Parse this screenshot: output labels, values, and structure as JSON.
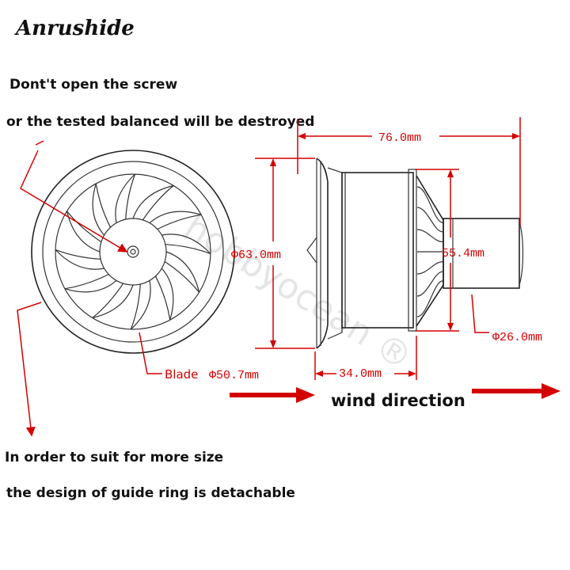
{
  "brand": "Anrushide",
  "notes": {
    "screw_line1": "Dont't open the screw",
    "screw_line2": "or the tested balanced will be destroyed",
    "ring_line1": "In order to suit for more size",
    "ring_line2": "the design of guide ring is detachable"
  },
  "dimensions": {
    "length": "76.0mm",
    "diameter": "Φ63.0mm",
    "housing_height": "55.4mm",
    "motor_diameter": "Φ26.0mm",
    "housing_length": "34.0mm",
    "blade_label": "Blade",
    "blade_value": "Φ50.7mm"
  },
  "wind_direction": "wind direction",
  "watermark": "hobbyocean ®",
  "colors": {
    "annotation": "#d40000",
    "line": "#333333",
    "text": "#111111"
  },
  "fan": {
    "blade_count": 12
  }
}
